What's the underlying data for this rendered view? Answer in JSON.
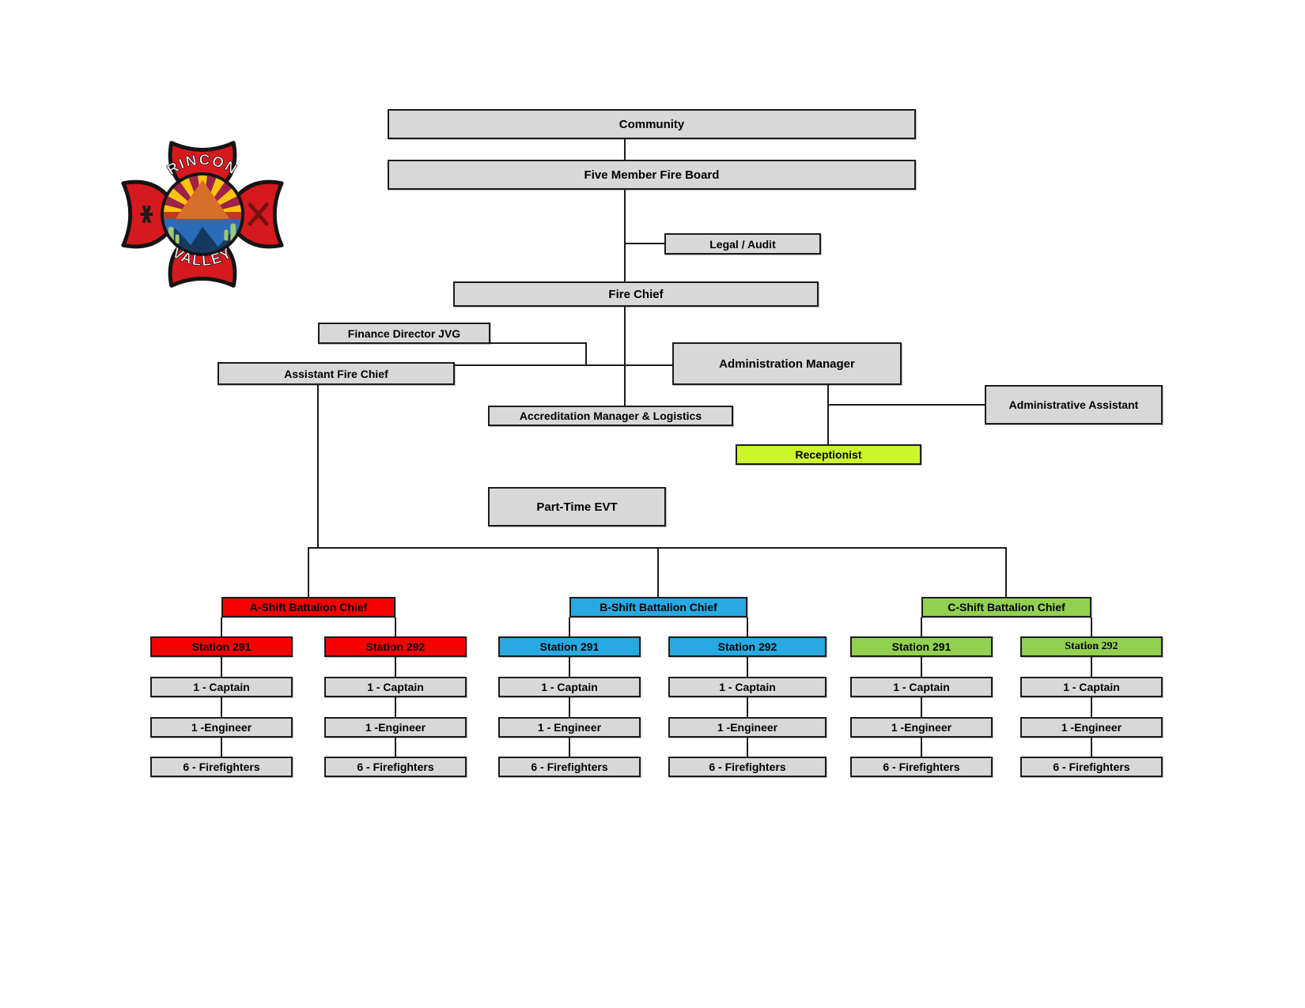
{
  "logo": {
    "name": "Rincon Valley Fire District maltese cross emblem",
    "top_text": "RINCON",
    "bottom_text": "VALLEY"
  },
  "colors": {
    "box_fill": "#d8d8d8",
    "line": "#1c1c1c",
    "a_shift_red": "#f60000",
    "b_shift_blue": "#29a9e1",
    "c_shift_green": "#92d050",
    "receptionist_chartreuse": "#ccf62e",
    "logo_red": "#d6191f"
  },
  "org": {
    "community": "Community",
    "fire_board": "Five Member Fire Board",
    "legal_audit": "Legal / Audit",
    "fire_chief": "Fire Chief",
    "finance_director": "Finance Director JVG",
    "administration_manager": "Administration Manager",
    "assistant_fire_chief": "Assistant Fire Chief",
    "administrative_assistant": "Administrative Assistant",
    "accreditation_manager": "Accreditation Manager & Logistics",
    "receptionist": "Receptionist",
    "part_time_evt": "Part-Time EVT",
    "shifts": [
      {
        "chief": "A-Shift Battalion Chief",
        "color": "#f60000",
        "stations": [
          {
            "name": "Station 291",
            "captain": "1 - Captain",
            "engineer": "1 -Engineer",
            "firefighters": "6 - Firefighters"
          },
          {
            "name": "Station 292",
            "captain": "1 - Captain",
            "engineer": "1 -Engineer",
            "firefighters": "6 - Firefighters"
          }
        ]
      },
      {
        "chief": "B-Shift Battalion Chief",
        "color": "#29a9e1",
        "stations": [
          {
            "name": "Station 291",
            "captain": "1 - Captain",
            "engineer": "1 - Engineer",
            "firefighters": "6 - Firefighters"
          },
          {
            "name": "Station 292",
            "captain": "1 - Captain",
            "engineer": "1 -Engineer",
            "firefighters": "6 - Firefighters"
          }
        ]
      },
      {
        "chief": "C-Shift Battalion Chief",
        "color": "#92d050",
        "stations": [
          {
            "name": "Station 291",
            "captain": "1 - Captain",
            "engineer": "1 -Engineer",
            "firefighters": "6 - Firefighters"
          },
          {
            "name": "Station 292",
            "captain": "1 - Captain",
            "engineer": "1 -Engineer",
            "firefighters": "6 - Firefighters"
          }
        ]
      }
    ]
  }
}
